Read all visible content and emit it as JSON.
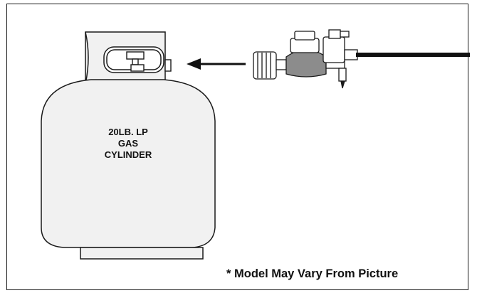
{
  "cylinder_label": [
    "20LB. LP",
    "GAS",
    "CYLINDER"
  ],
  "footnote": "* Model May Vary From Picture",
  "colors": {
    "outline": "#1a1a1a",
    "tank_fill": "#f1f1f1",
    "hose": "#111111",
    "regulator_fill": "#8c8c8c",
    "background": "#ffffff"
  },
  "icons": [
    "arrow-left-icon",
    "regulator-icon",
    "hose-icon",
    "cylinder-icon",
    "valve-icon"
  ]
}
